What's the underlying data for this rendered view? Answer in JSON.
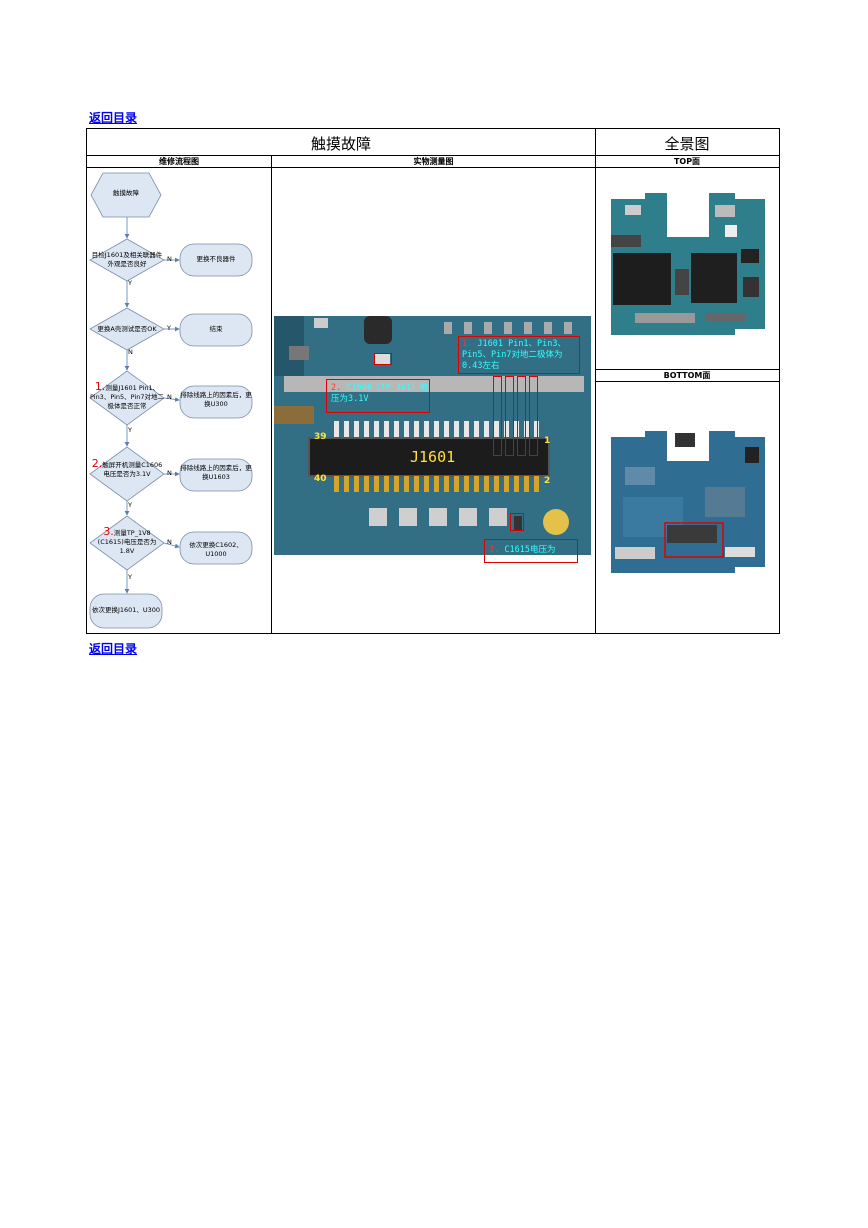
{
  "nav": {
    "back_top": "返回目录",
    "back_bottom": "返回目录"
  },
  "table": {
    "title_left": "触摸故障",
    "title_right": "全景图",
    "col_flow": "维修流程图",
    "col_photo": "实物测量图",
    "col_top": "TOP面",
    "col_bottom": "BOTTOM面"
  },
  "flow": {
    "start": "触摸故障",
    "step1_q": "目检J1601及相关联器件外观是否良好",
    "step1_no": "更换不良器件",
    "step2_q": "更换A壳测试是否OK",
    "step2_yes": "结束",
    "step3_num": "1.",
    "step3_q": "测量J1601 Pin1、Pin3、Pin5、Pin7对地二极体是否正常",
    "step3_no": "排除线路上的因素后，更换U300",
    "step4_num": "2.",
    "step4_q": "触屏开机测量C1606电压是否为3.1V",
    "step4_no": "排除线路上的因素后，更换U1603",
    "step5_num": "3.",
    "step5_q": "测量TP_1V8 (C1615)电压是否为1.8V",
    "step5_no": "依次更换C1602、U1000",
    "end": "依次更换J1601、U300",
    "label_n": "N",
    "label_y": "Y"
  },
  "photo": {
    "ann1_num": "1.",
    "ann1_text": "J1601 Pin1、Pin3、Pin5、Pin7对地二极体为0.43左右",
    "ann2_num": "2.",
    "ann2_text": "C1606（TP_3V1）电压为3.1V",
    "ann3_num": "3.",
    "ann3_text": "C1615电压为",
    "connector": "J1601",
    "pin39": "39",
    "pin40": "40",
    "pin1": "1",
    "pin2": "2"
  },
  "colors": {
    "link": "#0000ee",
    "annotation_border": "#e00000",
    "annotation_text": "#33ffff",
    "board_blue": "#2f6f86",
    "flow_fill": "#dde7f4",
    "flow_stroke": "#7d8ea8"
  }
}
